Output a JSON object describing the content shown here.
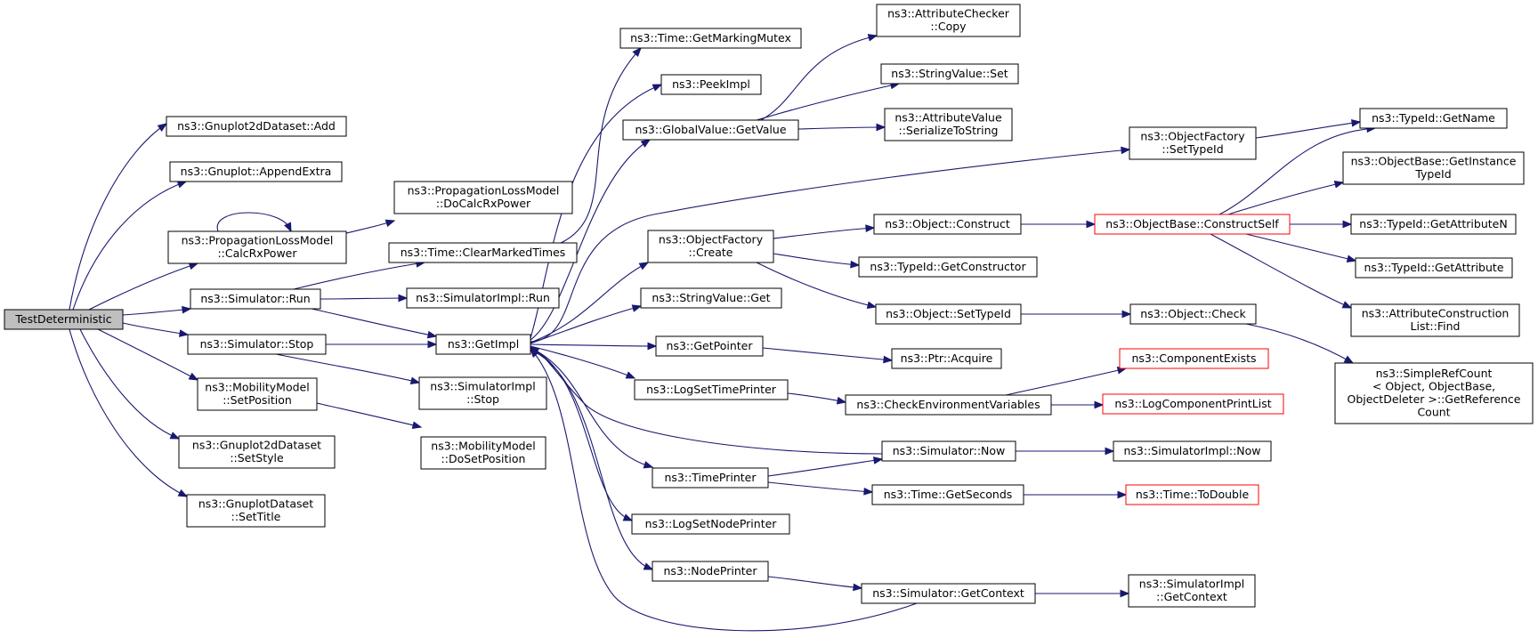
{
  "nodes": [
    {
      "id": "root",
      "lines": [
        "TestDeterministic"
      ],
      "kind": "root"
    },
    {
      "id": "gp2d_add",
      "lines": [
        "ns3::Gnuplot2dDataset::Add"
      ]
    },
    {
      "id": "gp_appendextra",
      "lines": [
        "ns3::Gnuplot::AppendExtra"
      ]
    },
    {
      "id": "plm_calcrx",
      "lines": [
        "ns3::PropagationLossModel",
        "::CalcRxPower"
      ]
    },
    {
      "id": "sim_run",
      "lines": [
        "ns3::Simulator::Run"
      ]
    },
    {
      "id": "sim_stop",
      "lines": [
        "ns3::Simulator::Stop"
      ]
    },
    {
      "id": "mm_setpos",
      "lines": [
        "ns3::MobilityModel",
        "::SetPosition"
      ]
    },
    {
      "id": "gp2d_setstyle",
      "lines": [
        "ns3::Gnuplot2dDataset",
        "::SetStyle"
      ]
    },
    {
      "id": "gpds_settitle",
      "lines": [
        "ns3::GnuplotDataset",
        "::SetTitle"
      ]
    },
    {
      "id": "plm_docalc",
      "lines": [
        "ns3::PropagationLossModel",
        "::DoCalcRxPower"
      ]
    },
    {
      "id": "time_clearmarked",
      "lines": [
        "ns3::Time::ClearMarkedTimes"
      ]
    },
    {
      "id": "simimpl_run",
      "lines": [
        "ns3::SimulatorImpl::Run"
      ]
    },
    {
      "id": "getimpl",
      "lines": [
        "ns3::GetImpl"
      ]
    },
    {
      "id": "simimpl_stop",
      "lines": [
        "ns3::SimulatorImpl",
        "::Stop"
      ]
    },
    {
      "id": "mm_dosetpos",
      "lines": [
        "ns3::MobilityModel",
        "::DoSetPosition"
      ]
    },
    {
      "id": "time_getmarkingmutex",
      "lines": [
        "ns3::Time::GetMarkingMutex"
      ]
    },
    {
      "id": "peekimpl",
      "lines": [
        "ns3::PeekImpl"
      ]
    },
    {
      "id": "gv_getvalue",
      "lines": [
        "ns3::GlobalValue::GetValue"
      ]
    },
    {
      "id": "of_create",
      "lines": [
        "ns3::ObjectFactory",
        "::Create"
      ]
    },
    {
      "id": "sv_get",
      "lines": [
        "ns3::StringValue::Get"
      ]
    },
    {
      "id": "getpointer",
      "lines": [
        "ns3::GetPointer"
      ]
    },
    {
      "id": "logsettimeprinter",
      "lines": [
        "ns3::LogSetTimePrinter"
      ]
    },
    {
      "id": "timeprinter",
      "lines": [
        "ns3::TimePrinter"
      ]
    },
    {
      "id": "logsetnodeprinter",
      "lines": [
        "ns3::LogSetNodePrinter"
      ]
    },
    {
      "id": "nodeprinter",
      "lines": [
        "ns3::NodePrinter"
      ]
    },
    {
      "id": "attrchecker_copy",
      "lines": [
        "ns3::AttributeChecker",
        "::Copy"
      ]
    },
    {
      "id": "sv_set",
      "lines": [
        "ns3::StringValue::Set"
      ]
    },
    {
      "id": "attrvalue_serialize",
      "lines": [
        "ns3::AttributeValue",
        "::SerializeToString"
      ]
    },
    {
      "id": "of_settypeid",
      "lines": [
        "ns3::ObjectFactory",
        "::SetTypeId"
      ]
    },
    {
      "id": "obj_construct",
      "lines": [
        "ns3::Object::Construct"
      ]
    },
    {
      "id": "typeid_getconstructor",
      "lines": [
        "ns3::TypeId::GetConstructor"
      ]
    },
    {
      "id": "obj_settypeid",
      "lines": [
        "ns3::Object::SetTypeId"
      ]
    },
    {
      "id": "ptr_acquire",
      "lines": [
        "ns3::Ptr::Acquire"
      ]
    },
    {
      "id": "checkenv",
      "lines": [
        "ns3::CheckEnvironmentVariables"
      ]
    },
    {
      "id": "sim_now",
      "lines": [
        "ns3::Simulator::Now"
      ]
    },
    {
      "id": "time_getseconds",
      "lines": [
        "ns3::Time::GetSeconds"
      ]
    },
    {
      "id": "sim_getcontext",
      "lines": [
        "ns3::Simulator::GetContext"
      ]
    },
    {
      "id": "objbase_constructself",
      "lines": [
        "ns3::ObjectBase::ConstructSelf"
      ],
      "kind": "truncated"
    },
    {
      "id": "obj_check",
      "lines": [
        "ns3::Object::Check"
      ]
    },
    {
      "id": "componentexists",
      "lines": [
        "ns3::ComponentExists"
      ],
      "kind": "truncated"
    },
    {
      "id": "logcomponentprintlist",
      "lines": [
        "ns3::LogComponentPrintList"
      ],
      "kind": "truncated"
    },
    {
      "id": "simimpl_now",
      "lines": [
        "ns3::SimulatorImpl::Now"
      ]
    },
    {
      "id": "time_todouble",
      "lines": [
        "ns3::Time::ToDouble"
      ],
      "kind": "truncated"
    },
    {
      "id": "simimpl_getcontext",
      "lines": [
        "ns3::SimulatorImpl",
        "::GetContext"
      ]
    },
    {
      "id": "typeid_getname",
      "lines": [
        "ns3::TypeId::GetName"
      ]
    },
    {
      "id": "objbase_getinstancetypeid",
      "lines": [
        "ns3::ObjectBase::GetInstance",
        "TypeId"
      ]
    },
    {
      "id": "typeid_getattributen",
      "lines": [
        "ns3::TypeId::GetAttributeN"
      ]
    },
    {
      "id": "typeid_getattribute",
      "lines": [
        "ns3::TypeId::GetAttribute"
      ]
    },
    {
      "id": "attrconstructionlist_find",
      "lines": [
        "ns3::AttributeConstruction",
        "List::Find"
      ]
    },
    {
      "id": "simplerefcount_getref",
      "lines": [
        "ns3::SimpleRefCount",
        "< Object, ObjectBase,",
        "ObjectDeleter >::GetReference",
        "Count"
      ]
    }
  ],
  "colors": {
    "edge": "#191970",
    "node_border": "#000000",
    "truncated_border": "#ff0000",
    "root_fill": "#bfbfbf"
  }
}
